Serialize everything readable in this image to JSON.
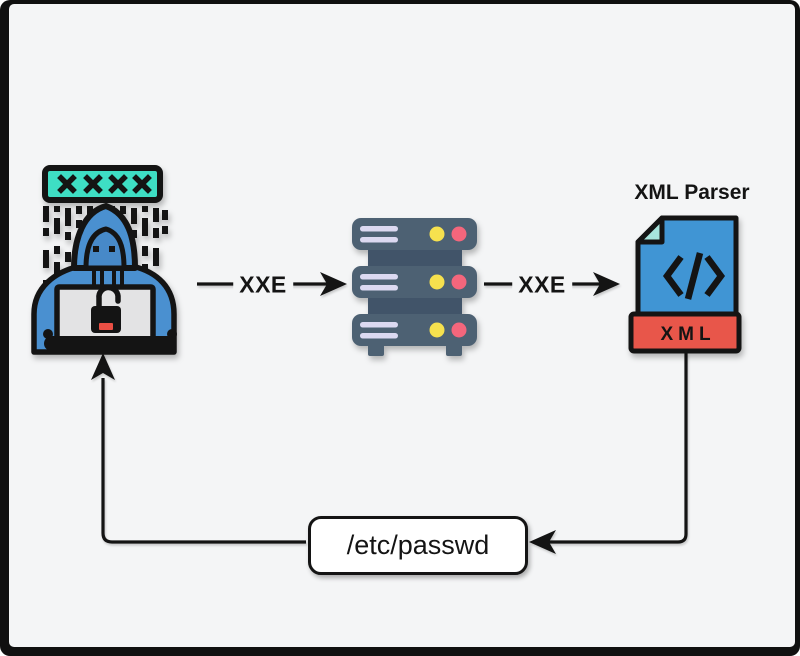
{
  "palette": {
    "background": "#f4f5f6",
    "frame": "#101010",
    "line": "#141414",
    "password_bar_teal": "#3edec4",
    "hoodie_blue": "#4a90d0",
    "server_slate": "#4d6173",
    "server_slate_dark": "#415469",
    "server_slot_lavender": "#dcd9f1",
    "led_yellow": "#f6e14e",
    "led_red": "#f4667c",
    "accent_red": "#e8564a",
    "laptop_gray": "#e3e3e4",
    "file_blue": "#4095d4",
    "file_fold_teal": "#a7e4dc",
    "result_box_white": "#ffffff"
  },
  "nodes": {
    "attacker": {
      "icon": "hacker-icon"
    },
    "server": {
      "icon": "server-stack-icon"
    },
    "parser": {
      "title": "XML Parser",
      "icon": "xml-file-icon",
      "file_badge": "XML"
    }
  },
  "edges": {
    "attacker_to_server": {
      "label": "XXE",
      "direction": "right"
    },
    "server_to_parser": {
      "label": "XXE",
      "direction": "right"
    },
    "parser_to_attacker": {
      "label": "/etc/passwd",
      "direction": "down-left-up"
    }
  }
}
